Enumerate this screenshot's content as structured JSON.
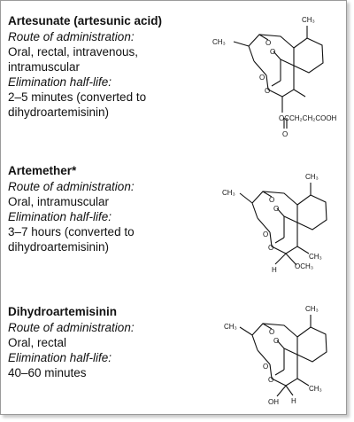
{
  "drugs": [
    {
      "name": "Artesunate (artesunic acid)",
      "route_label": "Route of administration:",
      "route_lines": [
        "Oral, rectal, intravenous,",
        "intramuscular"
      ],
      "half_life_label": "Elimination half-life:",
      "half_life_lines": [
        "2–5 minutes (converted to",
        "dihydroartemisinin)"
      ],
      "structure": {
        "ch3_left": "CH₃",
        "ch3_top": "CH₃",
        "o_peroxide_1": "O",
        "o_peroxide_2": "O",
        "o_ring": "O",
        "o_lactol": "O",
        "substituent": "OCCH₂CH₂COOH",
        "carbonyl_o": "O"
      }
    },
    {
      "name": "Artemether*",
      "route_label": "Route of administration:",
      "route_lines": [
        "Oral, intramuscular"
      ],
      "half_life_label": "Elimination half-life:",
      "half_life_lines": [
        "3–7 hours (converted to",
        "dihydroartemisinin)"
      ],
      "structure": {
        "ch3_left": "CH₃",
        "ch3_top": "CH₃",
        "ch3_right": "CH₃",
        "o_peroxide_1": "O",
        "o_peroxide_2": "O",
        "o_ring": "O",
        "o_lactol": "O",
        "h_label": "H",
        "substituent": "OCH₃"
      }
    },
    {
      "name": "Dihydroartemisinin",
      "route_label": "Route of administration:",
      "route_lines": [
        "Oral, rectal"
      ],
      "half_life_label": "Elimination half-life:",
      "half_life_lines": [
        "40–60 minutes"
      ],
      "structure": {
        "ch3_left": "CH₃",
        "ch3_top": "CH₃",
        "ch3_right": "CH₃",
        "o_peroxide_1": "O",
        "o_peroxide_2": "O",
        "o_ring": "O",
        "o_lactol": "O",
        "oh_label": "OH",
        "h_label": "H"
      }
    }
  ]
}
